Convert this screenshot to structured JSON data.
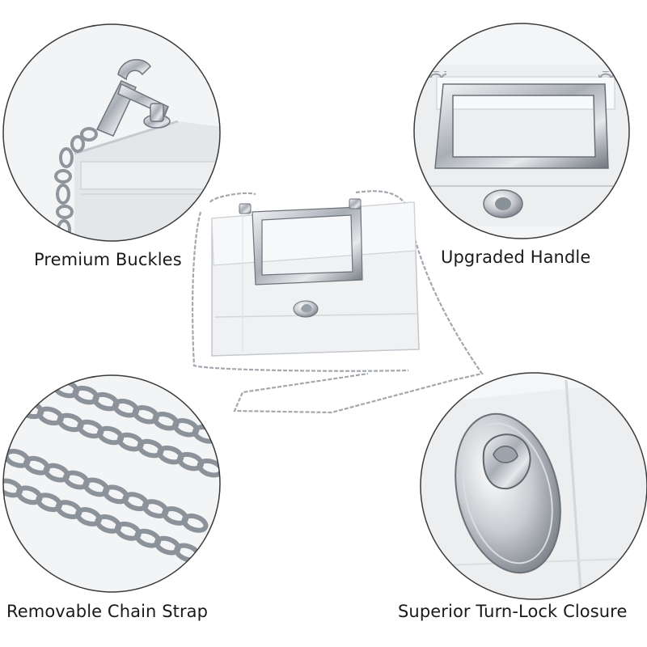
{
  "captions": {
    "premium_buckles": "Premium Buckles",
    "upgraded_handle": "Upgraded Handle",
    "removable_chain_strap": "Removable Chain Strap",
    "superior_turn_lock_closure": "Superior Turn-Lock Closure"
  },
  "colors": {
    "circle_outline": "#3a3a3a",
    "metal": "#b8bcc2",
    "metal_dark": "#7e848c",
    "clear_vinyl": "#e9ecef",
    "caption_text": "#1a1a1a"
  }
}
